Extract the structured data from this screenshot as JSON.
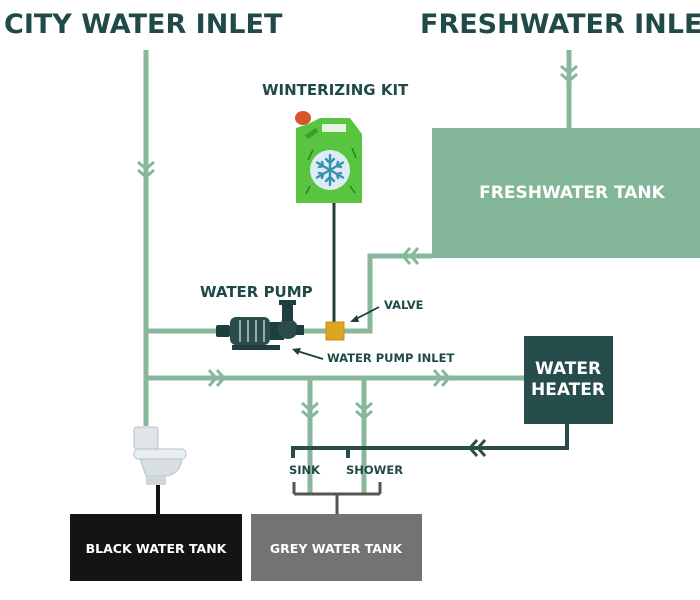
{
  "labels": {
    "city_inlet": "CITY WATER INLET",
    "freshwater_inlet": "FRESHWATER INLET",
    "winterizing_kit": "WINTERIZING KIT",
    "freshwater_tank": "FRESHWATER TANK",
    "water_pump": "WATER PUMP",
    "valve": "VALVE",
    "water_pump_inlet": "WATER PUMP INLET",
    "water_heater_line1": "WATER",
    "water_heater_line2": "HEATER",
    "sink": "SINK",
    "shower": "SHOWER",
    "black_water_tank": "BLACK WATER TANK",
    "grey_water_tank": "GREY WATER TANK"
  },
  "colors": {
    "title_text": "#1f4a48",
    "cold_pipe": "#88b89c",
    "hot_pipe": "#2a4d4b",
    "freshwater_tank": "#82b59a",
    "water_heater": "#264d4c",
    "black_tank": "#141414",
    "grey_tank": "#737373",
    "valve": "#e0a520",
    "kit_jug": "#58c43f"
  },
  "icons": [
    "winterizing-jug-icon",
    "snowflake-icon",
    "water-pump-icon",
    "toilet-icon",
    "chevron-arrow-icon"
  ]
}
